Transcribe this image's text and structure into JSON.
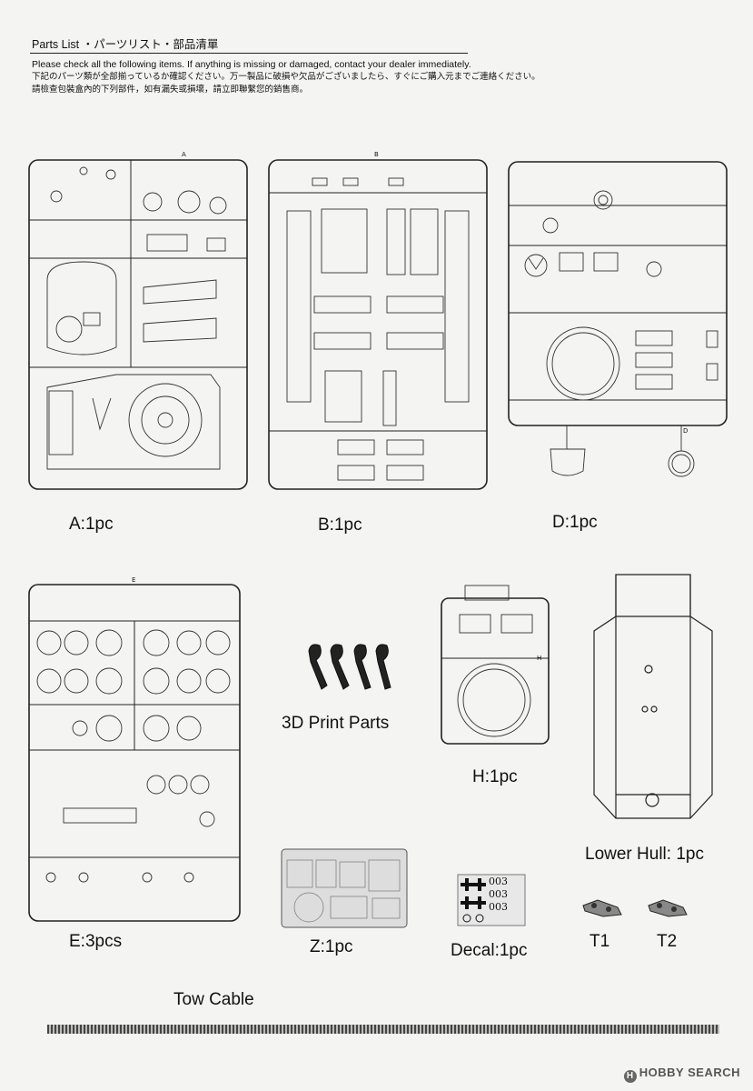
{
  "header": {
    "title": "Parts List ・パーツリスト・部品清單",
    "notice_en": "Please check all the following items. If anything is missing or damaged, contact your dealer immediately.",
    "notice_ja": "下記のパーツ類が全部揃っているか確認ください。万一製品に破損や欠品がございましたら、すぐにご購入元までご連絡ください。",
    "notice_zh": "請檢查包裝盒內的下列部件，如有漏失或損壞，請立即聯繫您的銷售商。"
  },
  "sprues": {
    "A": {
      "tag": "A",
      "label": "A:1pc"
    },
    "B": {
      "tag": "B",
      "label": "B:1pc"
    },
    "D": {
      "tag": "D",
      "label": "D:1pc"
    },
    "E": {
      "tag": "E",
      "label": "E:3pcs"
    },
    "H": {
      "tag": "H",
      "label": "H:1pc"
    },
    "Z": {
      "label": "Z:1pc"
    }
  },
  "parts": {
    "print3d": "3D Print Parts",
    "lower_hull": "Lower Hull: 1pc",
    "decal": "Decal:1pc",
    "decal_code": "003",
    "t1": "T1",
    "t2": "T2",
    "tow_cable": "Tow Cable"
  },
  "watermark": {
    "brand": "HOBBY SEARCH",
    "icon": "h-circle-logo"
  }
}
